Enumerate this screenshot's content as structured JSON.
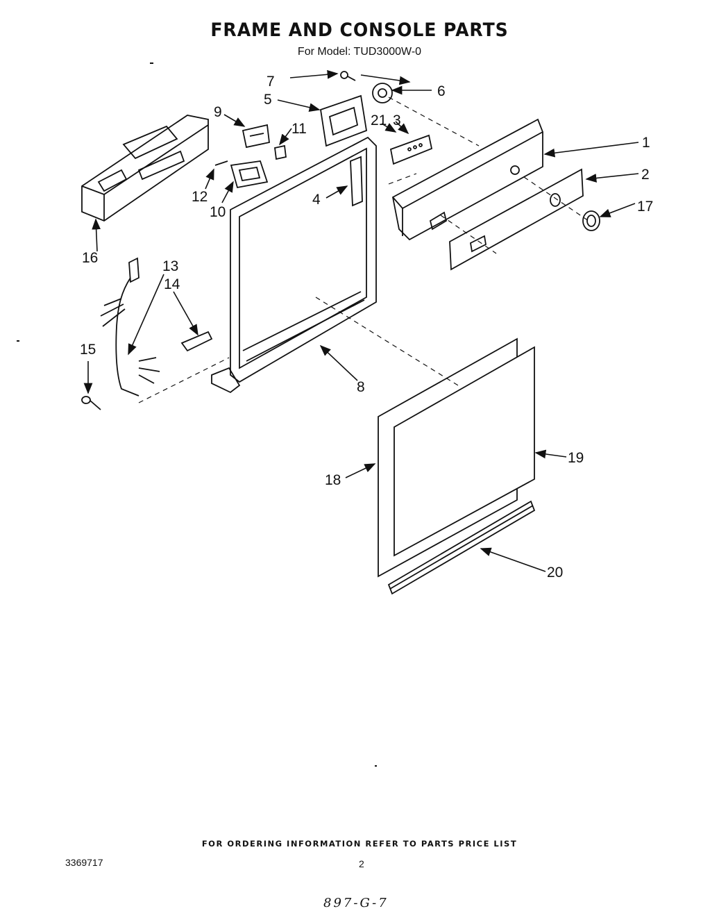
{
  "header": {
    "title": "FRAME AND CONSOLE PARTS",
    "subtitle": "For Model: TUD3000W-0"
  },
  "callouts": {
    "p1": "1",
    "p2": "2",
    "p3": "3",
    "p4": "4",
    "p5": "5",
    "p6": "6",
    "p7": "7",
    "p8": "8",
    "p9": "9",
    "p10": "10",
    "p11": "11",
    "p12": "12",
    "p13": "13",
    "p14": "14",
    "p15": "15",
    "p16": "16",
    "p17": "17",
    "p18": "18",
    "p19": "19",
    "p20": "20",
    "p21": "21"
  },
  "footer": {
    "ordering_note": "FOR ORDERING INFORMATION REFER TO PARTS PRICE LIST",
    "document_number": "3369717",
    "page_number": "2",
    "handwritten_code": "897-G-7"
  }
}
